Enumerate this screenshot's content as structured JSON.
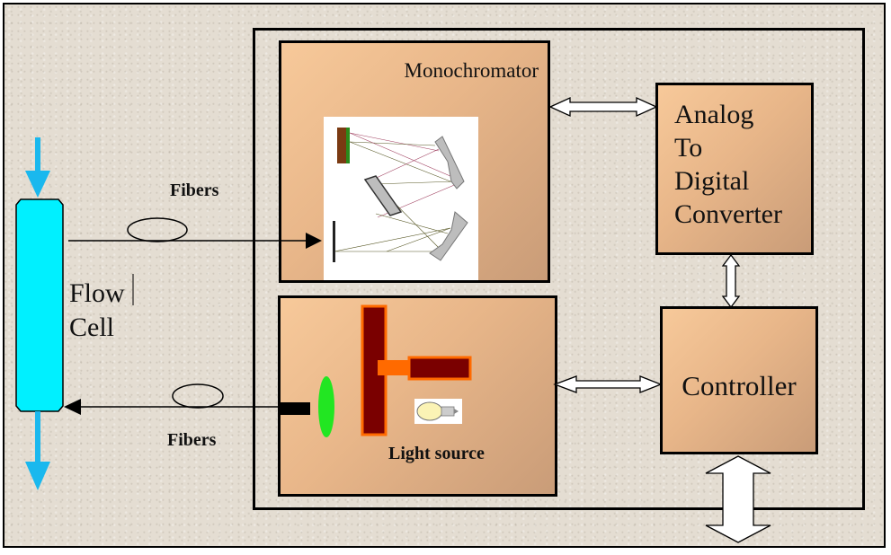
{
  "diagram": {
    "type": "block-diagram",
    "title": "",
    "blocks": {
      "monochromator": {
        "label": "Monochromator"
      },
      "adc": {
        "label_lines": [
          "Analog",
          "To",
          "Digital",
          "Converter"
        ]
      },
      "controller": {
        "label": "Controller"
      },
      "light_source": {
        "label": "Light source"
      },
      "flow_cell": {
        "label_lines": [
          "Flow",
          "Cell"
        ]
      }
    },
    "fiber_labels": {
      "upper": "Fibers",
      "lower": "Fibers"
    },
    "connections": [
      {
        "from": "flow-cell",
        "to": "monochromator",
        "via": "fibers",
        "direction": "one-way"
      },
      {
        "from": "light-source",
        "to": "flow-cell",
        "via": "fibers",
        "direction": "one-way"
      },
      {
        "from": "monochromator",
        "to": "adc",
        "direction": "two-way"
      },
      {
        "from": "adc",
        "to": "controller",
        "direction": "two-way"
      },
      {
        "from": "light-source",
        "to": "controller",
        "direction": "two-way"
      },
      {
        "from": "controller",
        "to": "external",
        "direction": "two-way"
      }
    ],
    "colors": {
      "block_fill": "#e8b689",
      "flow_cell": "#00f0ff",
      "flow_arrow": "#1ab8ee",
      "lens": "#22e622",
      "mirror_bar": "#7a0000",
      "mirror_outline": "#ff6a00",
      "background": "#e4ddd2"
    }
  }
}
